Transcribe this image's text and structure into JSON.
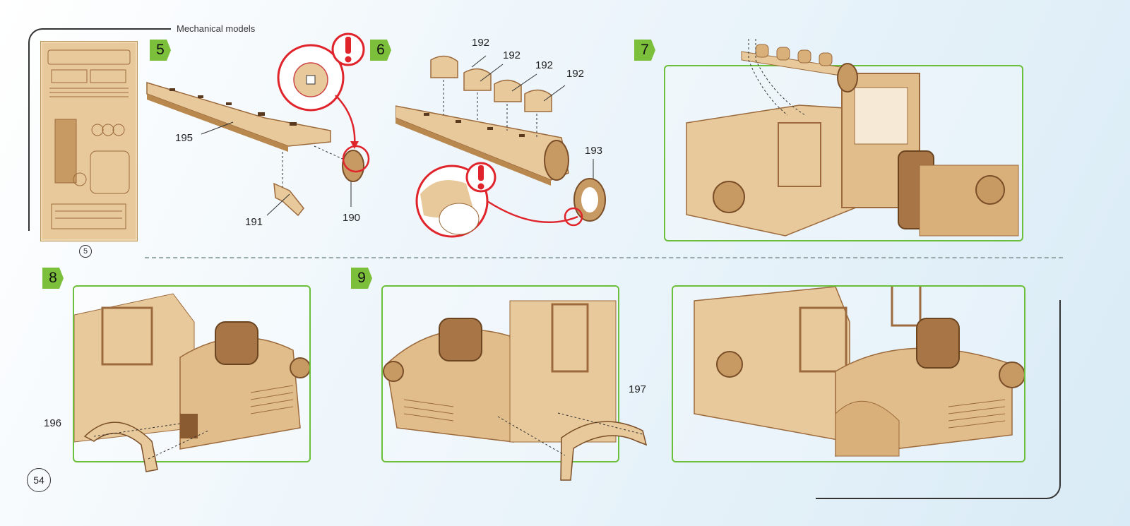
{
  "header": {
    "title": "Mechanical models"
  },
  "sheet": {
    "number": "5"
  },
  "steps": [
    {
      "number": "5",
      "parts": [
        "195",
        "191",
        "190"
      ]
    },
    {
      "number": "6",
      "parts": [
        "192",
        "192",
        "192",
        "192",
        "193"
      ]
    },
    {
      "number": "7"
    },
    {
      "number": "8",
      "parts": [
        "196"
      ]
    },
    {
      "number": "9",
      "parts": [
        "197"
      ]
    }
  ],
  "page": {
    "number": "54"
  },
  "colors": {
    "accent_green": "#7bbf3a",
    "warning_red": "#e0242b",
    "wood": "#e8c99b",
    "wood_dark": "#9c6a3c"
  },
  "icons": [
    "warning-icon"
  ]
}
